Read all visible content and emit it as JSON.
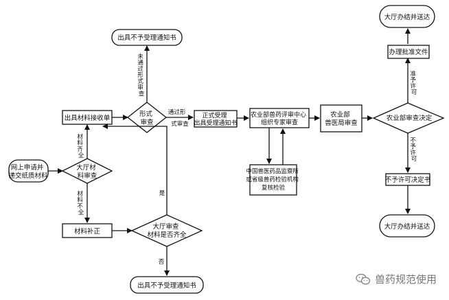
{
  "nodes": {
    "apply_online": [
      "网上申请并",
      "递交纸质材料"
    ],
    "check_complete": [
      "大厅材",
      "料审查"
    ],
    "receive": [
      "出具材料接收单"
    ],
    "supplement": [
      "材料补正"
    ],
    "hall_check": [
      "大厅审查",
      "材料是否齐全"
    ],
    "reject_bottom": [
      "出具不予受理通知书"
    ],
    "form_check": [
      "形式",
      "审查"
    ],
    "reject_top": [
      "出具不予受理通知书"
    ],
    "accept": [
      "正式受理",
      "出具受理通知书"
    ],
    "expert_review": [
      "农业部兽药评审中心",
      "组织专家审查"
    ],
    "lab_review": [
      "中国兽医药品监察所",
      "或省级兽药检验机构",
      "复核检验"
    ],
    "bureau_review": [
      "农业部",
      "兽医局审查"
    ],
    "ministry_decision": [
      "农业部审查决定"
    ],
    "approval_doc": [
      "办理批准文件"
    ],
    "finish_top": [
      "大厅办结并送达"
    ],
    "reject_decision": [
      "不予许可决定书"
    ],
    "finish_bottom": [
      "大厅办结并送达"
    ]
  },
  "labels": {
    "complete": [
      "材",
      "料",
      "齐",
      "全"
    ],
    "incomplete": [
      "材",
      "料",
      "不",
      "全"
    ],
    "failed_form": [
      "未",
      "通",
      "过",
      "形",
      "式",
      "审",
      "查"
    ],
    "passed_form": [
      "通过形",
      "式审查"
    ],
    "yes": "是",
    "no": "否",
    "permit": [
      "准",
      "予",
      "许",
      "可"
    ],
    "deny": [
      "不",
      "予",
      "许",
      "可"
    ]
  },
  "watermark": {
    "text": "兽药规范使用",
    "icon": "wechat-icon"
  },
  "colors": {
    "stroke": "#111111",
    "background": "#ffffff",
    "watermark": "#777777"
  }
}
